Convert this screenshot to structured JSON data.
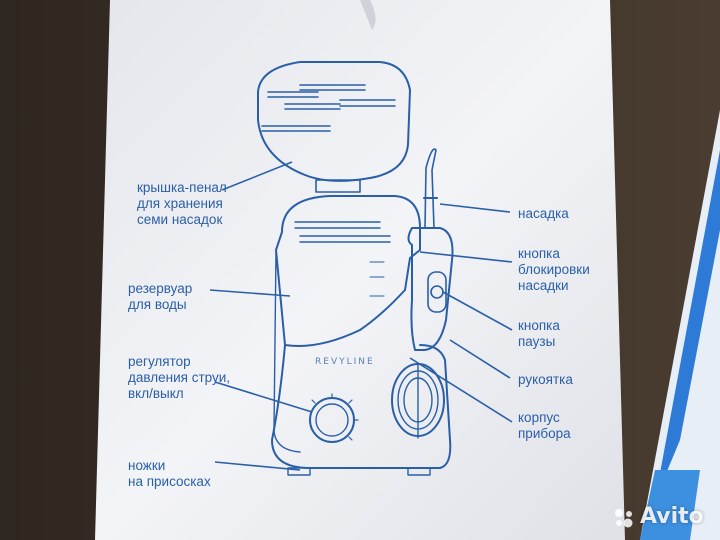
{
  "labels": {
    "lid_case": "крышка-пенал\nдля хранения\nсеми насадок",
    "reservoir": "резервуар\nдля воды",
    "pressure": "регулятор\nдавления струи,\nвкл/выкл",
    "feet": "ножки\nна присосках",
    "nozzle": "насадка",
    "lock_button": "кнопка\nблокировки\nнасадки",
    "pause_button": "кнопка\nпаузы",
    "handle": "рукоятка",
    "body": "корпус\nприбора"
  },
  "device": {
    "brand": "REVYLINE"
  },
  "watermark": {
    "text": "Avito"
  },
  "colors": {
    "paper": "#f1f2f5",
    "ink": "#2a5fa8",
    "background": "#3a3026"
  }
}
